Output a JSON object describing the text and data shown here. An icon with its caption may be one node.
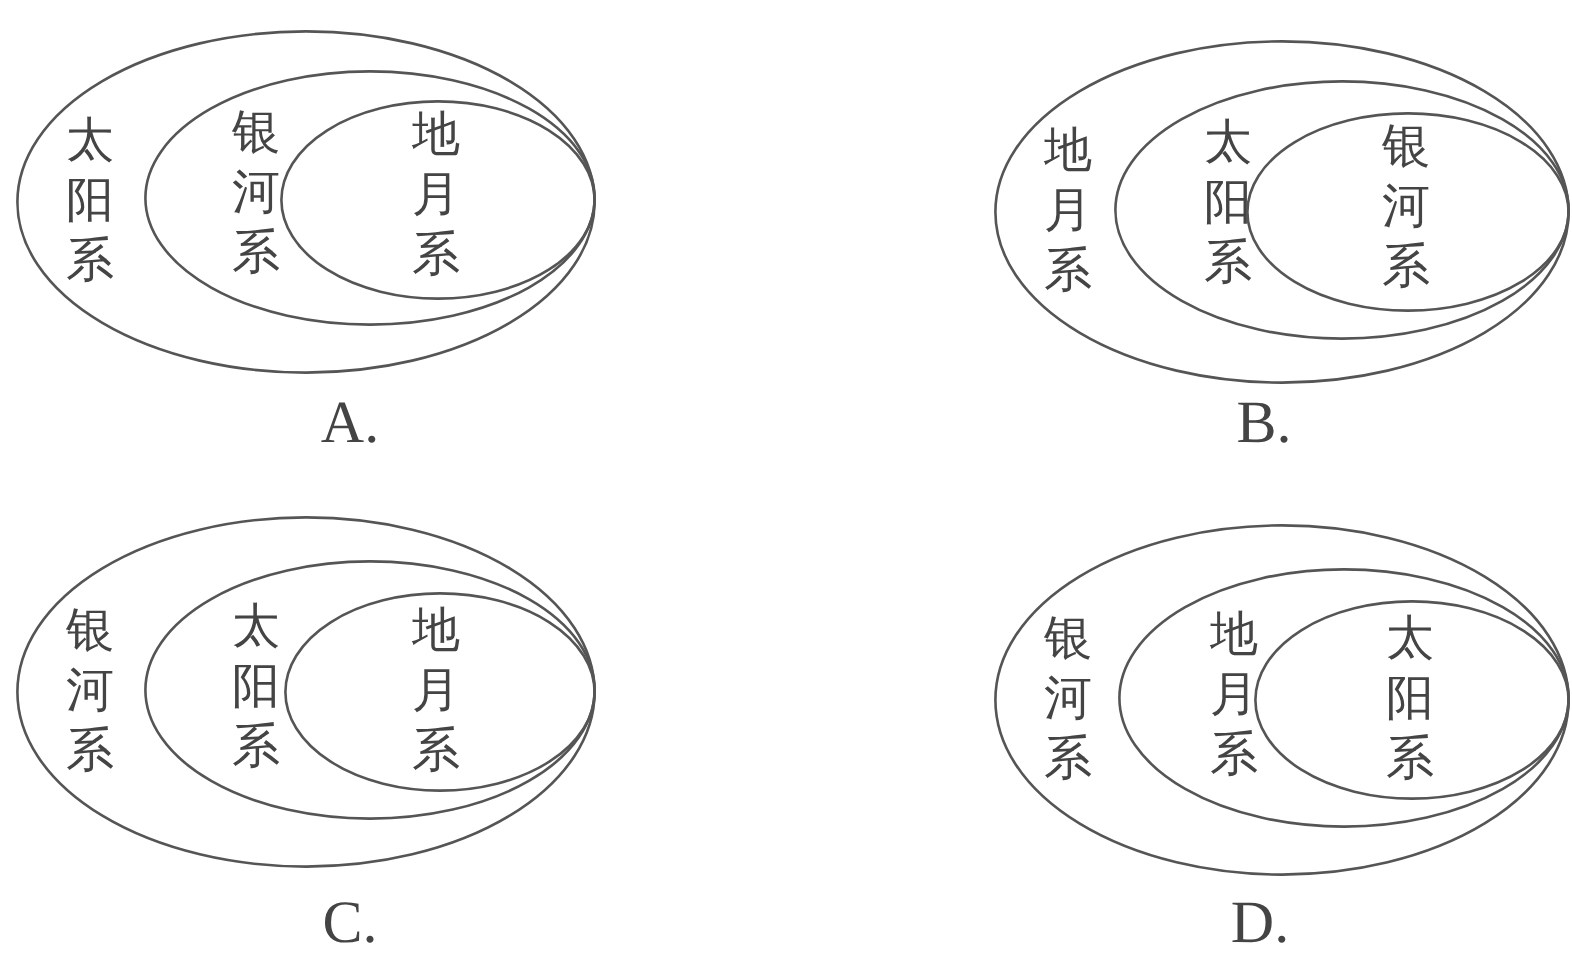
{
  "diagram": {
    "nodes": [
      {
        "text": [
          "太阳系"
        ]
      },
      {
        "text": [
          "银河系"
        ],
        "in": 0
      },
      {
        "text": [
          "地月系"
        ],
        "in": 1
      },
      {
        "text": [
          "地月系"
        ]
      },
      {
        "text": [
          "太阳系"
        ],
        "in": 3
      },
      {
        "text": [
          "银河系"
        ],
        "in": 4
      },
      {
        "text": [
          "银河系"
        ]
      },
      {
        "text": [
          "太阳系"
        ],
        "in": 6
      },
      {
        "text": [
          "地月系"
        ],
        "in": 7
      },
      {
        "text": [
          "银河系"
        ]
      },
      {
        "text": [
          "地月系"
        ],
        "in": 9
      },
      {
        "text": [
          "太阳系"
        ],
        "in": 10
      }
    ],
    "edges": [],
    "labels": [
      "A.",
      "B.",
      "C.",
      "D."
    ]
  }
}
